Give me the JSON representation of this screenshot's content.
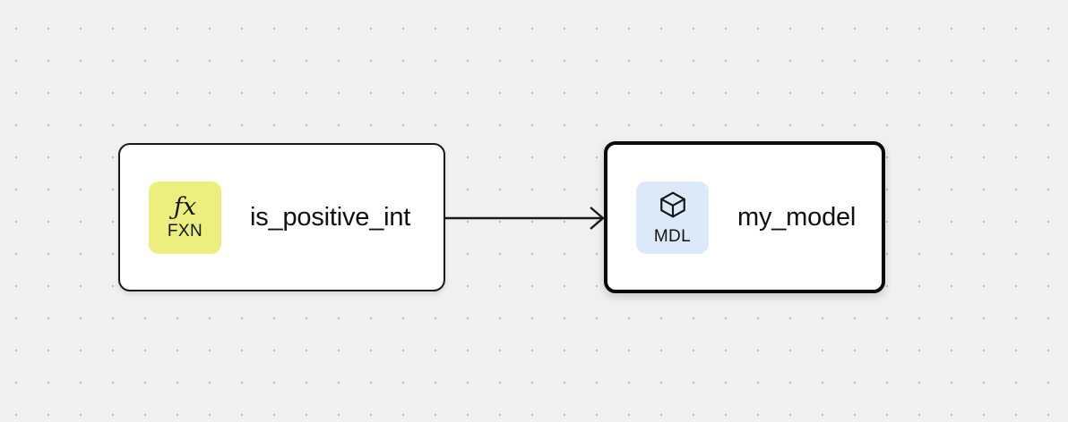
{
  "canvas": {
    "background_color": "#f0f0f0",
    "dot_color": "#bbbbbb",
    "grid_spacing": 36
  },
  "graph": {
    "nodes": [
      {
        "id": "fxn-node",
        "title": "is_positive_int",
        "badge_label": "FXN",
        "badge_glyph": "ƒx",
        "badge_icon": "function-icon",
        "badge_color": "#ecef7e",
        "selected": false
      },
      {
        "id": "mdl-node",
        "title": "my_model",
        "badge_label": "MDL",
        "badge_glyph": "",
        "badge_icon": "cube-icon",
        "badge_color": "#dce9f9",
        "selected": true
      }
    ],
    "edges": [
      {
        "id": "edge-fxn-to-mdl",
        "from": "fxn-node",
        "to": "mdl-node",
        "arrow": "arrowhead-icon",
        "color": "#1a1a1a"
      }
    ]
  }
}
